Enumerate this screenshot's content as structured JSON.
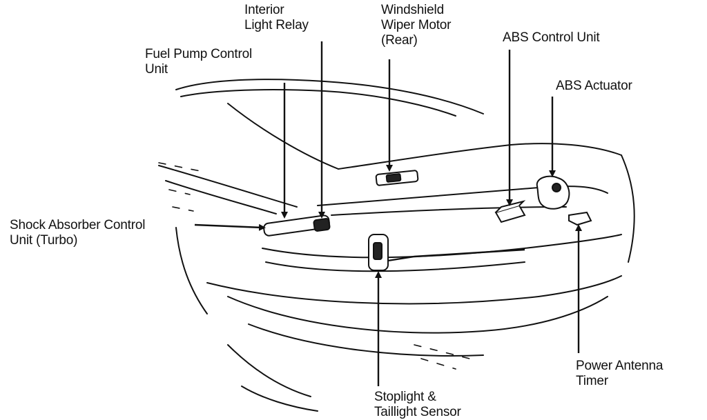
{
  "colors": {
    "ink": "#111111",
    "paper": "#ffffff"
  },
  "labels": {
    "interior_light_relay": [
      "Interior",
      "Light Relay"
    ],
    "windshield_wiper_motor": [
      "Windshield",
      "Wiper Motor",
      "(Rear)"
    ],
    "abs_control_unit": [
      "ABS Control Unit"
    ],
    "fuel_pump_control_unit": [
      "Fuel Pump Control",
      "Unit"
    ],
    "abs_actuator": [
      "ABS Actuator"
    ],
    "shock_absorber_control_unit": [
      "Shock Absorber Control",
      "Unit (Turbo)"
    ],
    "power_antenna_timer": [
      "Power Antenna",
      "Timer"
    ],
    "stoplight_taillight_sensor": [
      "Stoplight &",
      "Taillight Sensor"
    ]
  }
}
